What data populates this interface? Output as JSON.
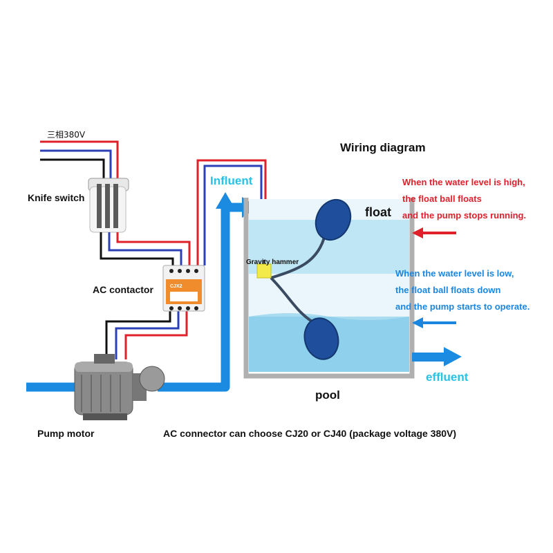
{
  "title": "Wiring diagram",
  "labels": {
    "power": "三相380V",
    "knife_switch": "Knife switch",
    "ac_contactor": "AC contactor",
    "pump_motor": "Pump motor",
    "influent": "Influent",
    "effluent": "effluent",
    "float": "float",
    "pool": "pool",
    "gravity_hammer": "Gravity hammer",
    "contactor_model": "CJX2"
  },
  "notes": {
    "high": [
      "When the water level is high,",
      "the float ball floats",
      "and the pump stops running."
    ],
    "low": [
      "When the water level is low,",
      "the float ball floats down",
      "and the pump starts to operate."
    ]
  },
  "footer": "AC connector can choose CJ20 or CJ40 (package voltage 380V)",
  "colors": {
    "wire_red": "#e0202a",
    "wire_blue": "#2a3fb8",
    "wire_black": "#111111",
    "pipe": "#1a8be0",
    "water": "#bfe6f5",
    "pool_wall": "#b0b0b0",
    "float_ball": "#1f4f9c",
    "contactor": "#f08c2c"
  }
}
